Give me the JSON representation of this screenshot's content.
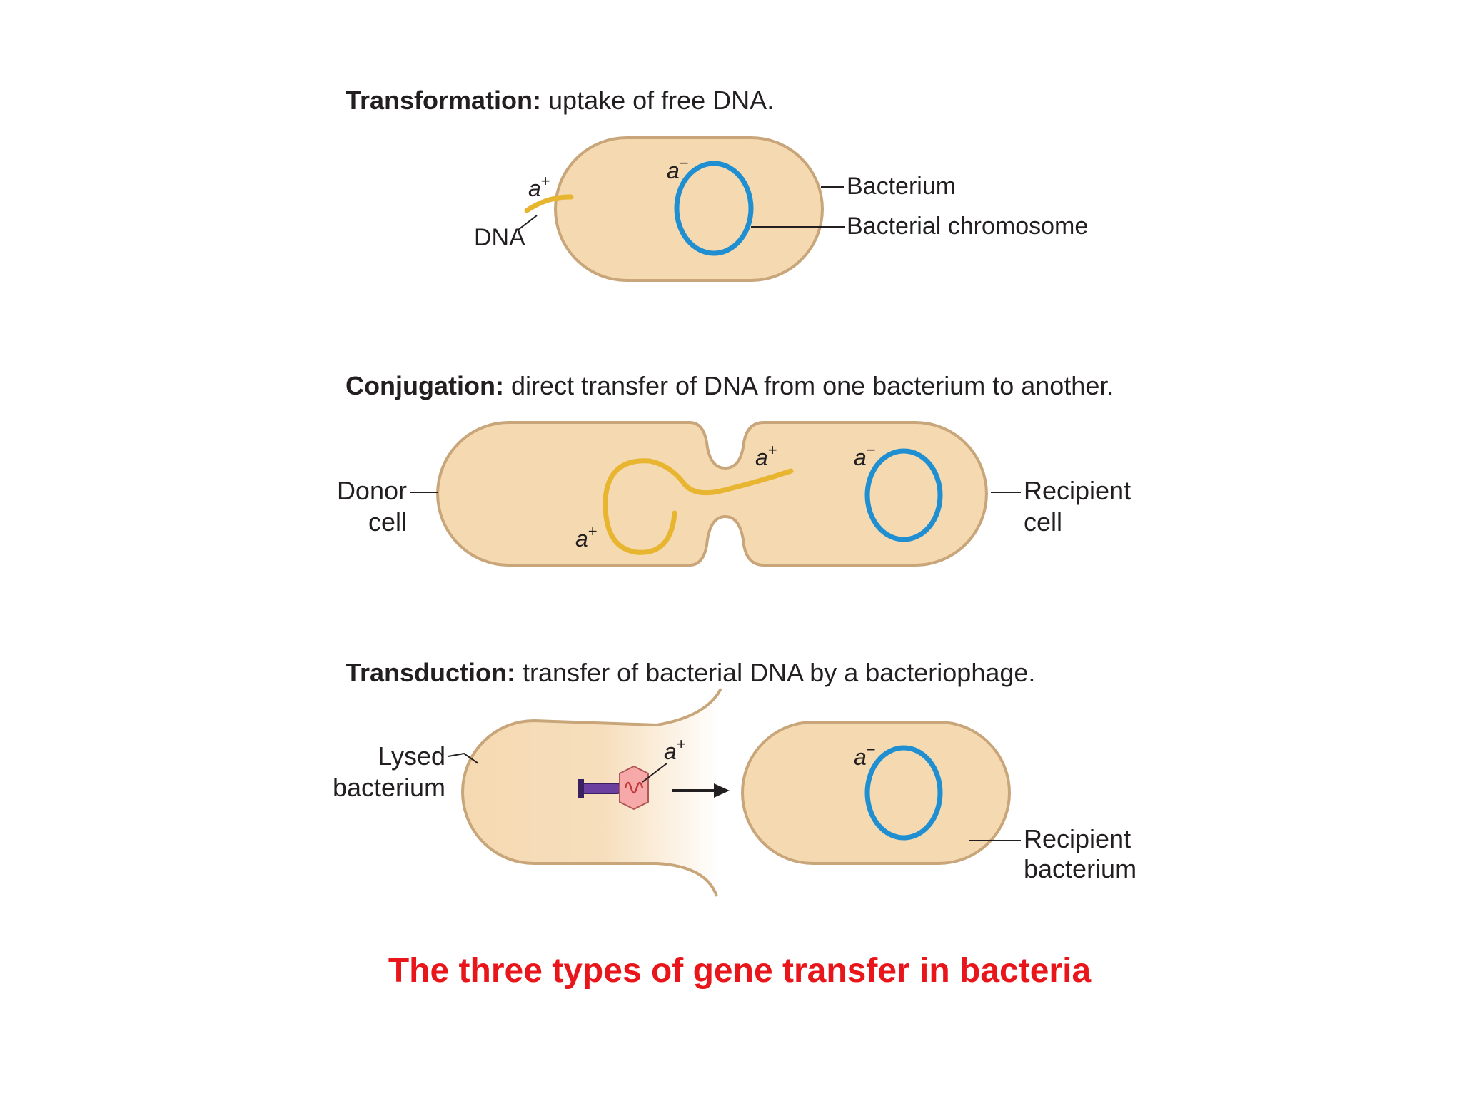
{
  "colors": {
    "cell_fill": "#f5d9b1",
    "cell_stroke": "#c9a57a",
    "chromosome": "#1f8fd1",
    "dna_plus": "#e8b531",
    "caption": "#e8161b",
    "text": "#231f20"
  },
  "transformation": {
    "title_bold": "Transformation:",
    "title_rest": " uptake of free DNA.",
    "label_a_plus": "a",
    "label_a_minus": "a",
    "label_dna": "DNA",
    "label_bacterium": "Bacterium",
    "label_chromosome": "Bacterial chromosome"
  },
  "conjugation": {
    "title_bold": "Conjugation:",
    "title_rest": " direct transfer of DNA from one bacterium to another.",
    "label_donor_line1": "Donor",
    "label_donor_line2": "cell",
    "label_recipient_line1": "Recipient",
    "label_recipient_line2": "cell",
    "label_a_plus_bridge": "a",
    "label_a_plus_loop": "a",
    "label_a_minus": "a"
  },
  "transduction": {
    "title_bold": "Transduction:",
    "title_rest": " transfer of bacterial DNA by a bacteriophage.",
    "label_lysed_line1": "Lysed",
    "label_lysed_line2": "bacterium",
    "label_a_plus": "a",
    "label_a_minus": "a",
    "label_recipient_line1": "Recipient",
    "label_recipient_line2": "bacterium"
  },
  "superscripts": {
    "plus": "+",
    "minus": "−"
  },
  "caption": "The three types of gene transfer in bacteria"
}
